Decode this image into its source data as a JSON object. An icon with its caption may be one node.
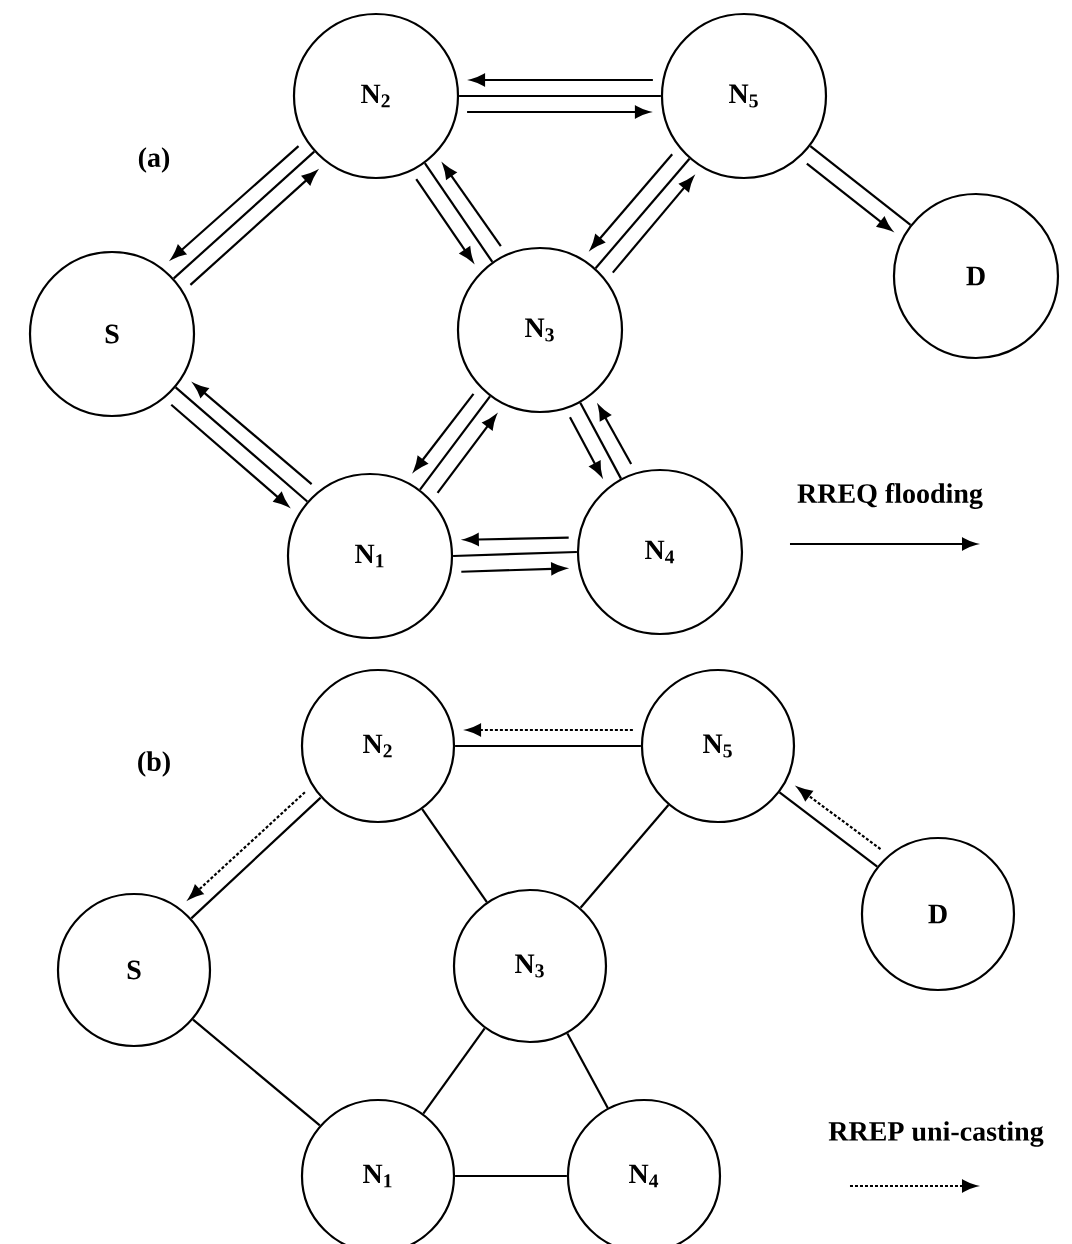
{
  "diagram": {
    "nodes": [
      {
        "text": [
          "N$_{2}$"
        ]
      },
      {
        "text": [
          "N$_{5}$"
        ]
      },
      {
        "text": [
          "S"
        ]
      },
      {
        "text": [
          "N$_{3}$"
        ]
      },
      {
        "text": [
          "D"
        ]
      },
      {
        "text": [
          "N$_{1}$"
        ]
      },
      {
        "text": [
          "N$_{4}$"
        ]
      },
      {
        "text": [
          "N$_{2}$"
        ]
      },
      {
        "text": [
          "N$_{5}$"
        ]
      },
      {
        "text": [
          "S"
        ]
      },
      {
        "text": [
          "N$_{3}$"
        ]
      },
      {
        "text": [
          "D"
        ]
      },
      {
        "text": [
          "N$_{1}$"
        ]
      },
      {
        "text": [
          "N$_{4}$"
        ]
      }
    ],
    "edges": [
      {
        "from": 2,
        "to": 0,
        "arrow": "none"
      },
      {
        "from": 0,
        "to": 1,
        "arrow": "none"
      },
      {
        "from": 0,
        "to": 3,
        "arrow": "none"
      },
      {
        "from": 1,
        "to": 3,
        "arrow": "none"
      },
      {
        "from": 2,
        "to": 5,
        "arrow": "none"
      },
      {
        "from": 5,
        "to": 3,
        "arrow": "none"
      },
      {
        "from": 3,
        "to": 6,
        "arrow": "none"
      },
      {
        "from": 5,
        "to": 6,
        "arrow": "none"
      },
      {
        "from": 1,
        "to": 4,
        "arrow": "none"
      },
      {
        "from": 2,
        "to": 0,
        "arrow": "to"
      },
      {
        "from": 0,
        "to": 2,
        "arrow": "to"
      },
      {
        "from": 0,
        "to": 1,
        "arrow": "to"
      },
      {
        "from": 1,
        "to": 0,
        "arrow": "to"
      },
      {
        "from": 0,
        "to": 3,
        "arrow": "to"
      },
      {
        "from": 3,
        "to": 0,
        "arrow": "to"
      },
      {
        "from": 3,
        "to": 1,
        "arrow": "to"
      },
      {
        "from": 1,
        "to": 3,
        "arrow": "to"
      },
      {
        "from": 5,
        "to": 2,
        "arrow": "to"
      },
      {
        "from": 2,
        "to": 5,
        "arrow": "to"
      },
      {
        "from": 5,
        "to": 3,
        "arrow": "to"
      },
      {
        "from": 3,
        "to": 5,
        "arrow": "to"
      },
      {
        "from": 3,
        "to": 6,
        "arrow": "to"
      },
      {
        "from": 6,
        "to": 3,
        "arrow": "to"
      },
      {
        "from": 6,
        "to": 5,
        "arrow": "to"
      },
      {
        "from": 5,
        "to": 6,
        "arrow": "to"
      },
      {
        "from": 1,
        "to": 4,
        "arrow": "to"
      },
      {
        "from": 9,
        "to": 7,
        "arrow": "none"
      },
      {
        "from": 7,
        "to": 8,
        "arrow": "none"
      },
      {
        "from": 7,
        "to": 10,
        "arrow": "none"
      },
      {
        "from": 8,
        "to": 10,
        "arrow": "none"
      },
      {
        "from": 9,
        "to": 12,
        "arrow": "none"
      },
      {
        "from": 12,
        "to": 10,
        "arrow": "none"
      },
      {
        "from": 10,
        "to": 13,
        "arrow": "none"
      },
      {
        "from": 12,
        "to": 13,
        "arrow": "none"
      },
      {
        "from": 8,
        "to": 11,
        "arrow": "none"
      },
      {
        "from": 8,
        "to": 7,
        "arrow": "to",
        "style": "dashed"
      },
      {
        "from": 7,
        "to": 9,
        "arrow": "to",
        "style": "dashed"
      },
      {
        "from": 11,
        "to": 8,
        "arrow": "to",
        "style": "dashed"
      }
    ],
    "labels": [
      "(a)",
      "(b)"
    ],
    "legend": [
      {
        "text": "RREQ flooding"
      },
      {
        "text": "RREP uni-casting"
      }
    ]
  }
}
